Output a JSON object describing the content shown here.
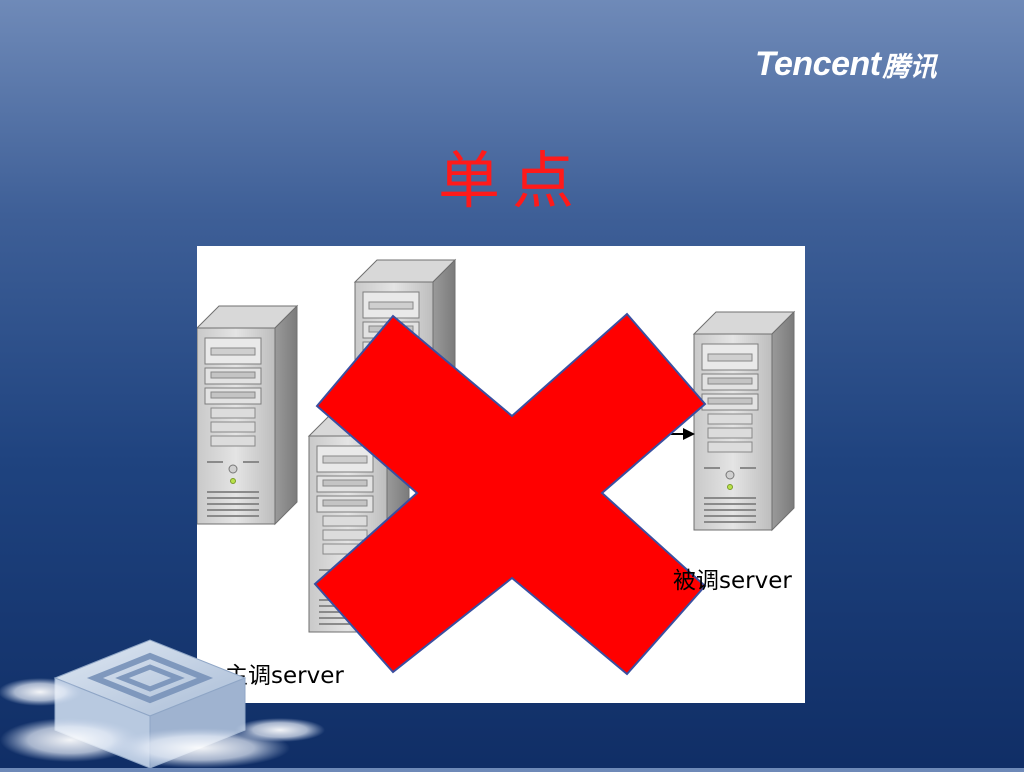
{
  "brand": {
    "latin": "Tencent",
    "cjk": "腾讯"
  },
  "slide": {
    "title": "单点"
  },
  "diagram": {
    "primary_label": "主调server",
    "backup_label": "被调server",
    "cross_color": "#ff0000"
  },
  "colors": {
    "title": "#ff1a1a",
    "background_top": "#6f8ab8",
    "background_bottom": "#102e66"
  },
  "icons": [
    "server-tower-icon",
    "red-cross-icon",
    "arrow-icon",
    "cube-logo-icon"
  ]
}
